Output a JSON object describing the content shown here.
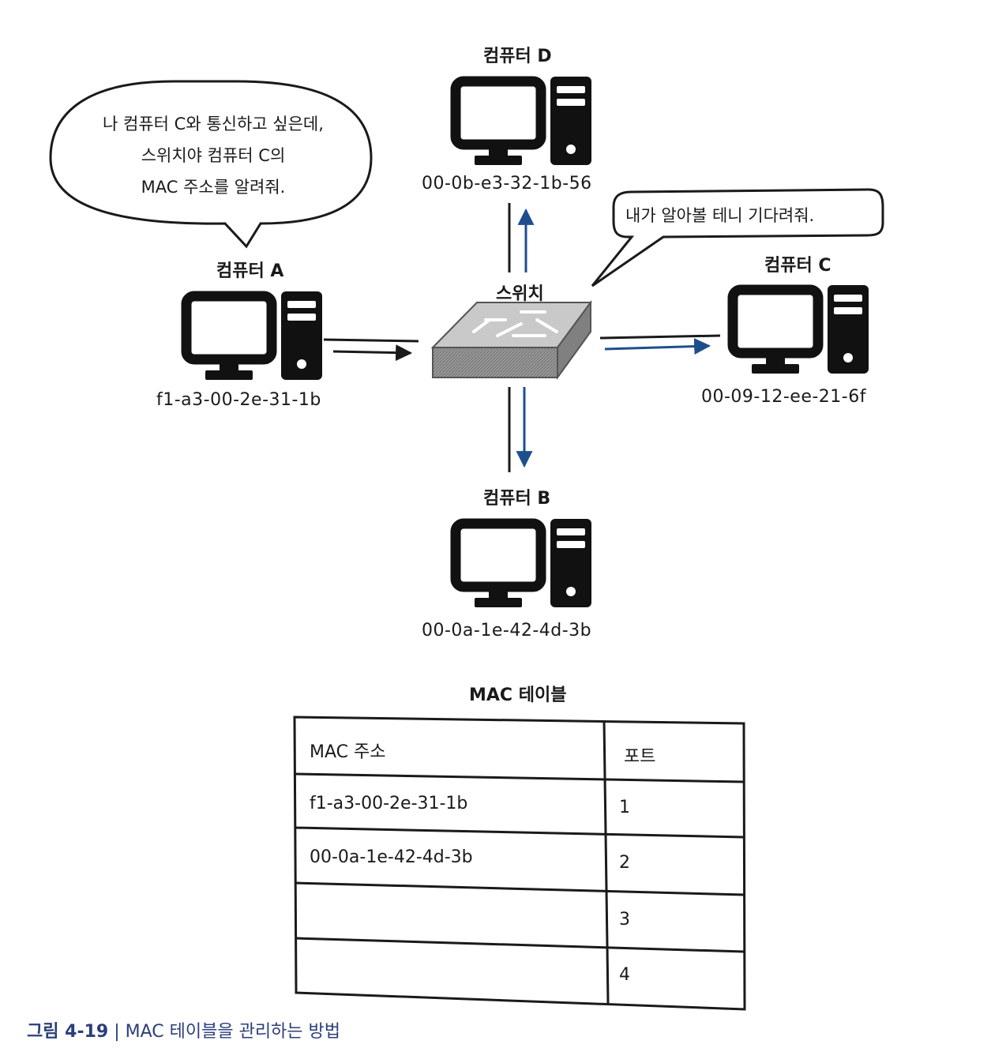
{
  "computers": {
    "a": {
      "title": "컴퓨터 A",
      "mac": "f1-a3-00-2e-31-1b"
    },
    "b": {
      "title": "컴퓨터 B",
      "mac": "00-0a-1e-42-4d-3b"
    },
    "c": {
      "title": "컴퓨터 C",
      "mac": "00-09-12-ee-21-6f"
    },
    "d": {
      "title": "컴퓨터 D",
      "mac": "00-0b-e3-32-1b-56"
    }
  },
  "switch": {
    "title": "스위치"
  },
  "bubbles": {
    "computer_a": [
      "나 컴퓨터 C와 통신하고 싶은데,",
      "스위치야 컴퓨터 C의",
      "MAC 주소를 알려줘."
    ],
    "switch": "내가 알아볼 테니 기다려줘."
  },
  "mac_table": {
    "title": "MAC 테이블",
    "headers": [
      "MAC 주소",
      "포트"
    ],
    "rows": [
      {
        "mac": "f1-a3-00-2e-31-1b",
        "port": "1"
      },
      {
        "mac": "00-0a-1e-42-4d-3b",
        "port": "2"
      },
      {
        "mac": "",
        "port": "3"
      },
      {
        "mac": "",
        "port": "4"
      }
    ]
  },
  "caption": {
    "number": "그림 4-19",
    "separator": "|",
    "text": "MAC 테이블을 관리하는 방법"
  },
  "colors": {
    "line": "#1a1a1a",
    "blue_arrow": "#1f4e8c",
    "caption": "#2c3e7a"
  }
}
